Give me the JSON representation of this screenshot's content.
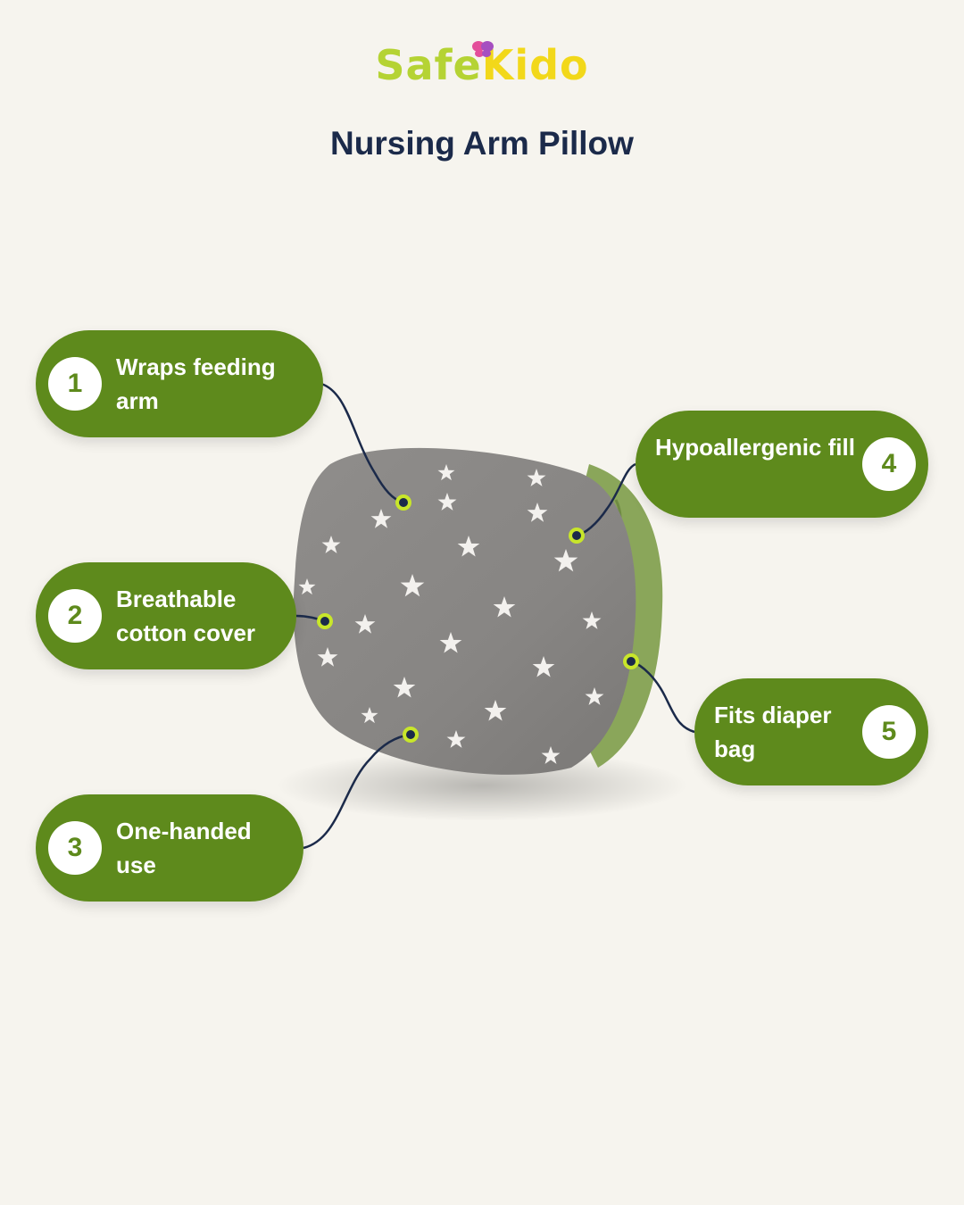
{
  "brand": {
    "safe": "Safe",
    "kido": "Kido"
  },
  "title": "Nursing Arm Pillow",
  "features": [
    {
      "number": "1",
      "label": "Wraps feeding arm"
    },
    {
      "number": "2",
      "label": "Breathable cotton cover"
    },
    {
      "number": "3",
      "label": "One-handed use"
    },
    {
      "number": "4",
      "label": "Hypoallergenic fill"
    },
    {
      "number": "5",
      "label": "Fits diaper bag"
    }
  ],
  "colors": {
    "background": "#f6f4ee",
    "pill": "#5e8a1c",
    "title": "#1b2a4a",
    "logo_green": "#b5d334",
    "logo_yellow": "#f2d81a",
    "pillow_gray": "#8d8b89",
    "pillow_green": "#8aa65a",
    "connector": "#1b2a4a",
    "dot_ring": "#c8e62a"
  }
}
